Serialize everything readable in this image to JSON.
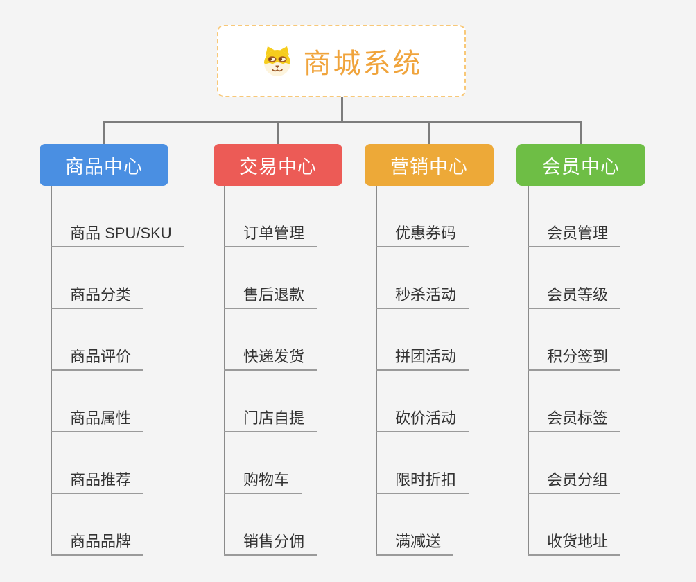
{
  "root": {
    "title": "商城系统",
    "icon": "doge-icon"
  },
  "branches": [
    {
      "label": "商品中心",
      "color": "#4a8fe2",
      "items": [
        "商品 SPU/SKU",
        "商品分类",
        "商品评价",
        "商品属性",
        "商品推荐",
        "商品品牌"
      ]
    },
    {
      "label": "交易中心",
      "color": "#ec5b56",
      "items": [
        "订单管理",
        "售后退款",
        "快递发货",
        "门店自提",
        "购物车",
        "销售分佣"
      ]
    },
    {
      "label": "营销中心",
      "color": "#eda938",
      "items": [
        "优惠券码",
        "秒杀活动",
        "拼团活动",
        "砍价活动",
        "限时折扣",
        "满减送"
      ]
    },
    {
      "label": "会员中心",
      "color": "#6ebe45",
      "items": [
        "会员管理",
        "会员等级",
        "积分签到",
        "会员标签",
        "会员分组",
        "收货地址"
      ]
    }
  ],
  "colors": {
    "background": "#f4f4f4",
    "connector_line": "#7c7c7c",
    "branch_line": "#8a8a8a",
    "leaf_underline": "#9a9a9a",
    "leaf_text": "#333333",
    "root_text": "#f0a43c",
    "root_border": "#f8c878"
  }
}
